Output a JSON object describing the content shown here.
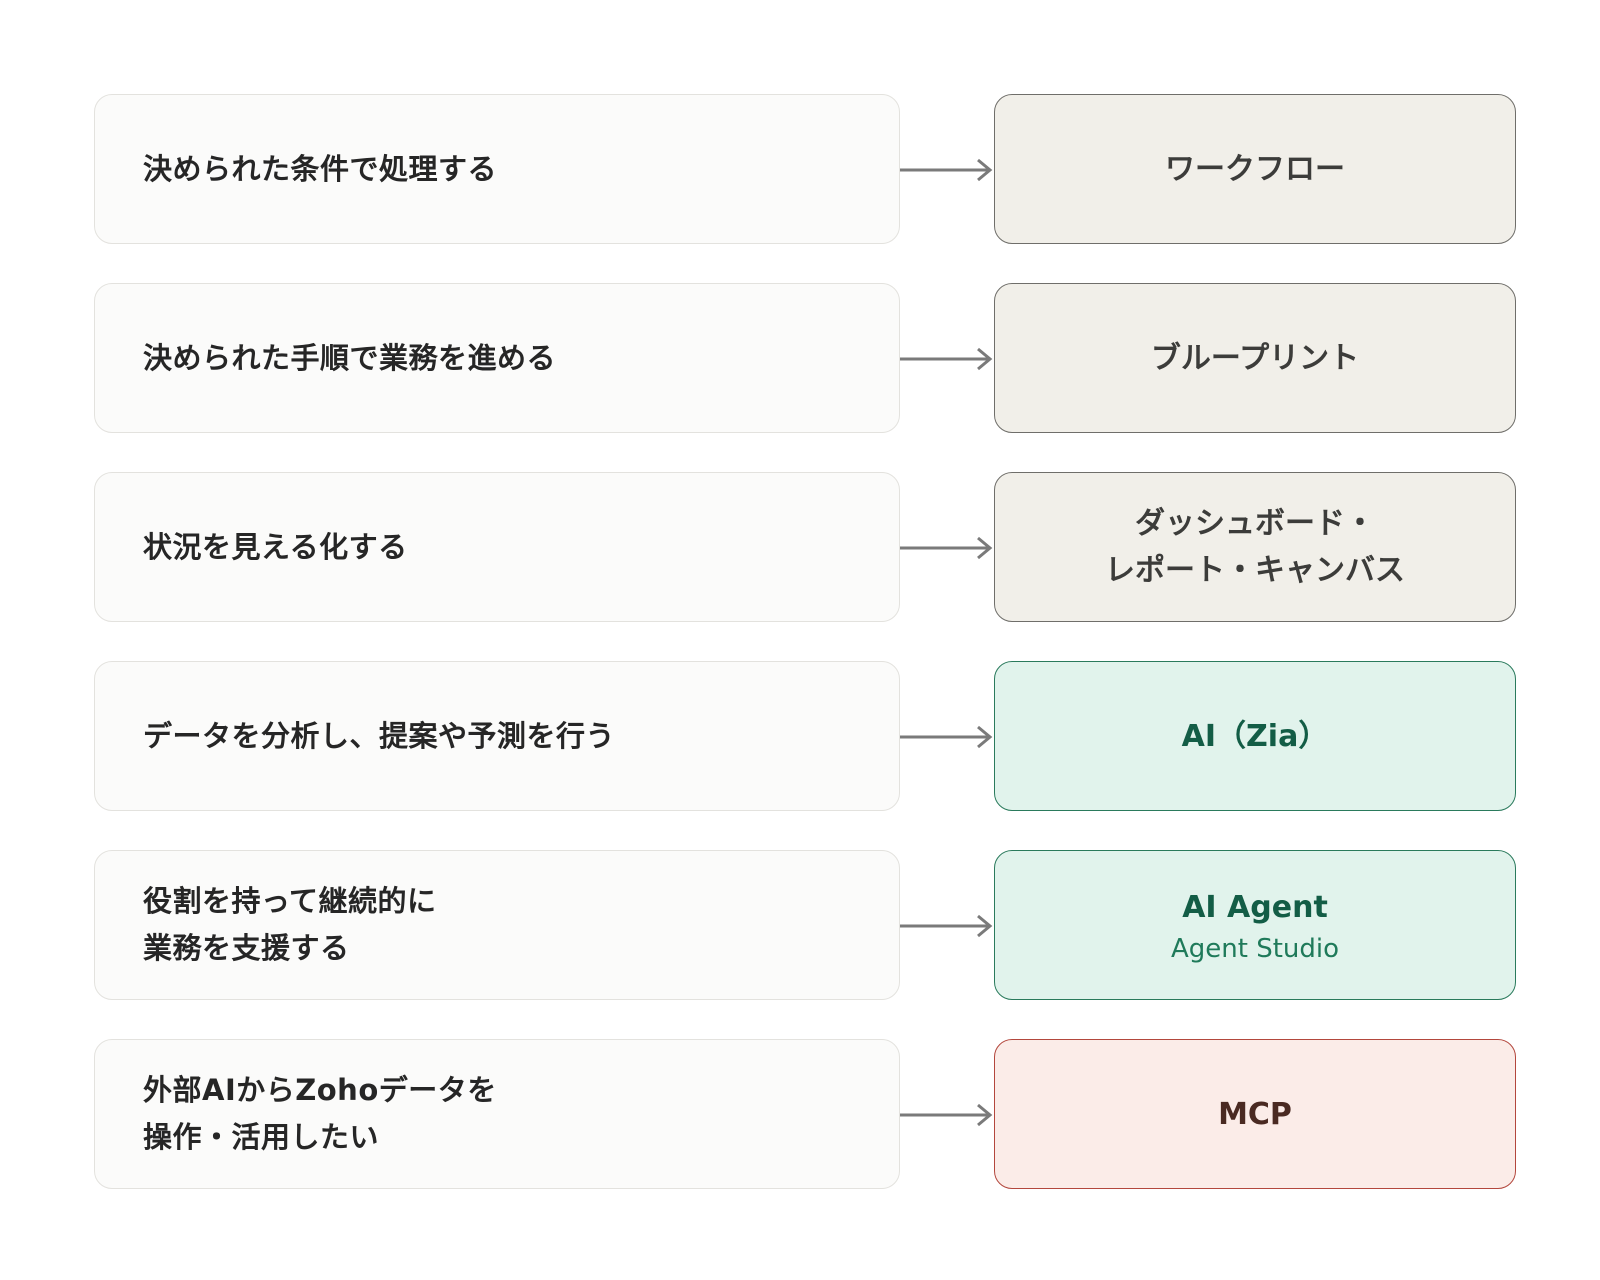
{
  "rows": [
    {
      "need": [
        "決められた条件で処理する"
      ],
      "feature": {
        "lines": [
          "ワークフロー"
        ],
        "sub": ""
      }
    },
    {
      "need": [
        "決められた手順で業務を進める"
      ],
      "feature": {
        "lines": [
          "ブループリント"
        ],
        "sub": ""
      }
    },
    {
      "need": [
        "状況を見える化する"
      ],
      "feature": {
        "lines": [
          "ダッシュボード・",
          "レポート・キャンバス"
        ],
        "sub": ""
      }
    },
    {
      "need": [
        "データを分析し、提案や予測を行う"
      ],
      "feature": {
        "lines": [
          "AI（Zia）"
        ],
        "sub": ""
      }
    },
    {
      "need": [
        "役割を持って継続的に",
        "業務を支援する"
      ],
      "feature": {
        "lines": [
          "AI Agent"
        ],
        "sub": "Agent Studio"
      }
    },
    {
      "need": [
        "外部AIからZohoデータを",
        "操作・活用したい"
      ],
      "feature": {
        "lines": [
          "MCP"
        ],
        "sub": ""
      }
    }
  ],
  "colors": {
    "neutral_fill": "#f1efe9",
    "ai_fill": "#e1f3ec",
    "mcp_fill": "#fbece8",
    "arrow": "#7a7a7a"
  }
}
